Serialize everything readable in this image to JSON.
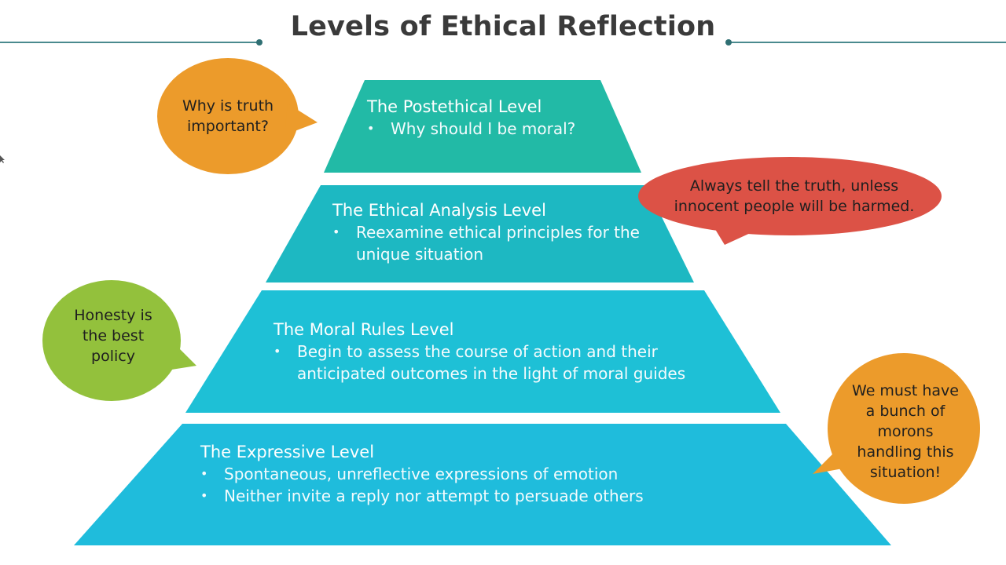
{
  "title": "Levels of Ethical Reflection",
  "colors": {
    "tier_postethical": "#22baa6",
    "tier_analysis": "#1db8c2",
    "tier_moral_rules": "#1ec0d6",
    "tier_expressive": "#1fbcdc",
    "bubble_orange": "#ec9b2b",
    "bubble_red": "#dc5246",
    "bubble_green": "#93c13c",
    "title_rule": "#4a8a8e"
  },
  "pyramid": {
    "tiers": [
      {
        "heading": "The Postethical Level",
        "bullets": [
          "Why should I be moral?"
        ]
      },
      {
        "heading": "The Ethical Analysis Level",
        "bullets": [
          "Reexamine ethical principles for the unique situation"
        ]
      },
      {
        "heading": "The Moral Rules Level",
        "bullets": [
          "Begin to assess the course of action and their anticipated outcomes in the light of moral guides"
        ]
      },
      {
        "heading": "The Expressive Level",
        "bullets": [
          "Spontaneous, unreflective expressions of emotion",
          "Neither invite a reply nor attempt to persuade others"
        ]
      }
    ]
  },
  "bubbles": {
    "postethical": "Why is truth important?",
    "analysis": "Always tell the truth, unless innocent people will be harmed.",
    "moral_rules": "Honesty is the best policy",
    "expressive": "We must have a bunch of morons handling this situation!"
  }
}
